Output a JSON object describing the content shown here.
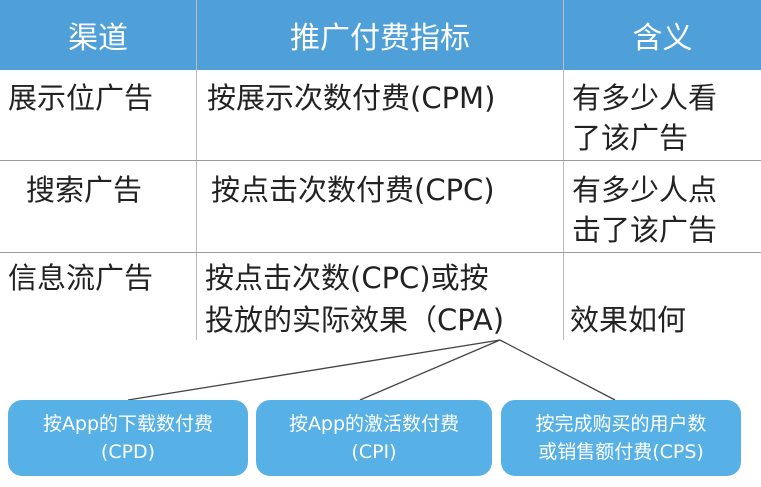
{
  "table": {
    "headers": [
      "渠道",
      "推广付费指标",
      "含义"
    ],
    "rows": [
      {
        "channel": "展示位广告",
        "metric": [
          "按展示次数付费(CPM)"
        ],
        "meaning": [
          "有多少人看",
          "了该广告"
        ]
      },
      {
        "channel": "搜索广告",
        "metric": [
          "按点击次数付费(CPC)"
        ],
        "meaning": [
          "有多少人点",
          "击了该广告"
        ]
      },
      {
        "channel": "信息流广告",
        "metric": [
          "按点击次数(CPC)或按",
          "投放的实际效果（CPA)"
        ],
        "meaning": [
          "效果如何"
        ]
      }
    ]
  },
  "cpa_breakdown": [
    {
      "line1": "按App的下载数付费",
      "line2": "(CPD)"
    },
    {
      "line1": "按App的激活数付费",
      "line2": "(CPI)"
    },
    {
      "line1": "按完成购买的用户数",
      "line2": "或销售额付费(CPS)"
    }
  ],
  "colors": {
    "header_bg": "#4f9fd9",
    "box_bg": "#57b1e6"
  }
}
